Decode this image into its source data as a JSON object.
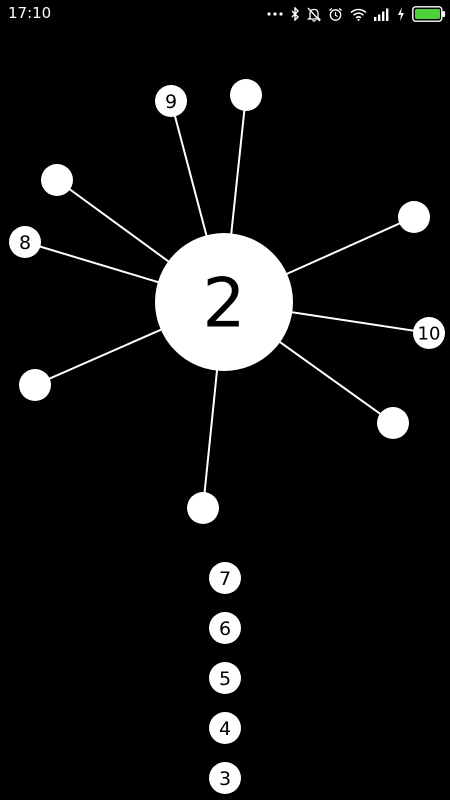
{
  "status_bar": {
    "time": "17:10",
    "icons": [
      "more-dots-icon",
      "bluetooth-icon",
      "notifications-off-icon",
      "alarm-icon",
      "wifi-icon",
      "signal-icon",
      "charging-icon",
      "battery-icon"
    ],
    "battery_color": "#4cd137"
  },
  "game": {
    "level": "2",
    "pinned_ball_labels": {
      "ball_9": "9",
      "ball_8": "8",
      "ball_10": "10"
    },
    "queue": [
      "7",
      "6",
      "5",
      "4",
      "3"
    ],
    "colors": {
      "background": "#000000",
      "ball": "#ffffff",
      "line": "#ffffff",
      "text": "#000000"
    }
  }
}
